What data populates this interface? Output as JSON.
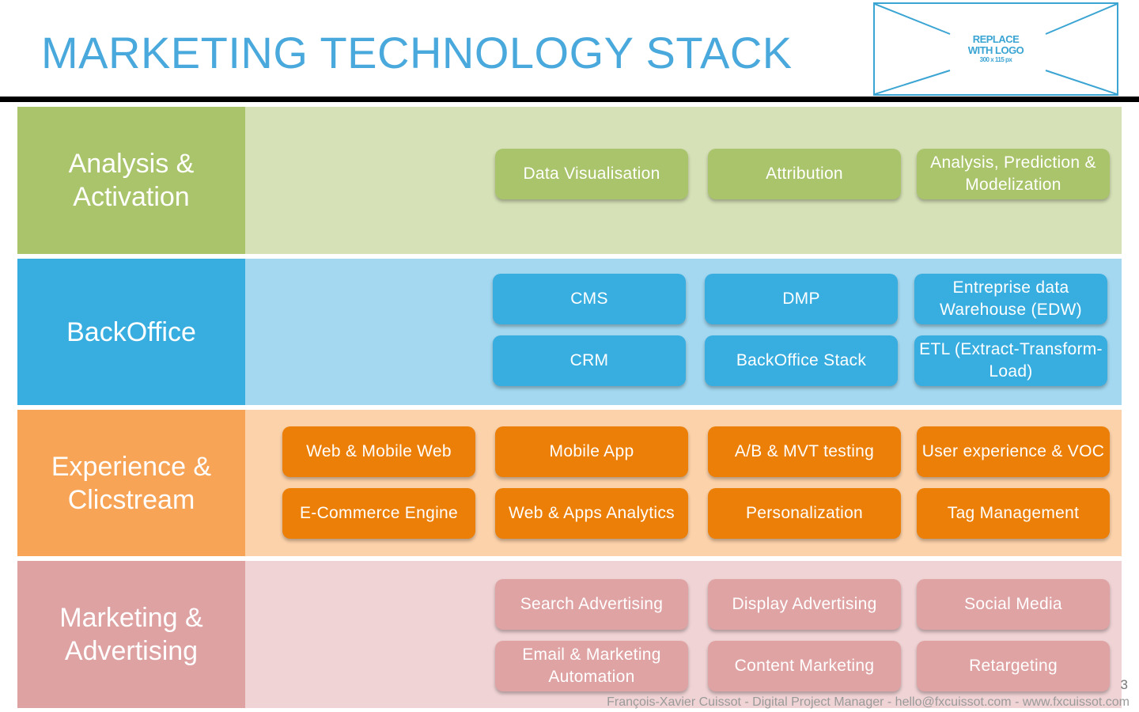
{
  "slide": {
    "title": "MARKETING TECHNOLOGY STACK",
    "logo_placeholder": {
      "line1": "REPLACE",
      "line2": "WITH LOGO",
      "size": "300 x 115 px"
    },
    "page_number": "3",
    "footer": "François-Xavier Cuissot - Digital Project Manager - hello@fxcuissot.com - www.fxcuissot.com"
  },
  "colors": {
    "title": "#4aa9dc",
    "analysis": "#a9c46a",
    "backoffice": "#38aee0",
    "experience": "#ec7f07",
    "marketing": "#e0a3a4"
  },
  "layers": [
    {
      "name": "Analysis & Activation",
      "items": [
        "Data Visualisation",
        "Attribution",
        "Analysis, Prediction & Modelization"
      ]
    },
    {
      "name": "BackOffice",
      "items": [
        "CMS",
        "DMP",
        "Entreprise data Warehouse (EDW)",
        "CRM",
        "BackOffice Stack",
        "ETL (Extract-Transform-Load)"
      ]
    },
    {
      "name": "Experience & Clicstream",
      "items": [
        "Web & Mobile Web",
        "Mobile App",
        "A/B & MVT testing",
        "User experience & VOC",
        "E-Commerce Engine",
        "Web & Apps Analytics",
        "Personalization",
        "Tag Management"
      ]
    },
    {
      "name": "Marketing & Advertising",
      "items": [
        "Search Advertising",
        "Display Advertising",
        "Social Media",
        "Email & Marketing Automation",
        "Content Marketing",
        "Retargeting"
      ]
    }
  ]
}
